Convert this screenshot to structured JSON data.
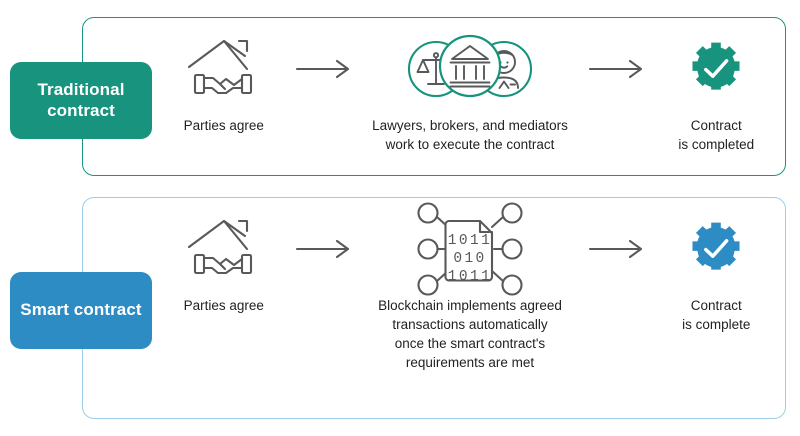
{
  "colors": {
    "teal": "#17937e",
    "teal_border": "#1a9482",
    "blue": "#2d8cc4",
    "blue_border": "#9dcde8",
    "icon_gray": "#58595b",
    "text": "#231f20",
    "white": "#ffffff"
  },
  "rows": [
    {
      "id": "traditional",
      "label": "Traditional\ncontract",
      "accent": "#17937e",
      "steps": [
        {
          "name": "parties-agree",
          "icon": "handshake-under-roof-icon",
          "caption": "Parties agree"
        },
        {
          "name": "intermediaries",
          "icon": "three-circles-justice-bank-person-icon",
          "sub_icons": [
            "scales-of-justice-icon",
            "bank-building-icon",
            "person-icon"
          ],
          "caption": "Lawyers, brokers, and mediators\nwork to execute the contract"
        },
        {
          "name": "contract-completed",
          "icon": "gear-check-icon",
          "caption": "Contract\nis completed"
        }
      ],
      "arrows": [
        "arrow-right-icon",
        "arrow-right-icon"
      ]
    },
    {
      "id": "smart",
      "label": "Smart\ncontract",
      "accent": "#2d8cc4",
      "steps": [
        {
          "name": "parties-agree",
          "icon": "handshake-under-roof-icon",
          "caption": "Parties agree"
        },
        {
          "name": "blockchain-execution",
          "icon": "blockchain-binary-document-icon",
          "binary_rows": [
            "1011",
            "010",
            "1011"
          ],
          "caption": "Blockchain implements agreed\ntransactions automatically\nonce the smart contract's\nrequirements are met"
        },
        {
          "name": "contract-complete",
          "icon": "gear-check-icon",
          "caption": "Contract\nis complete"
        }
      ],
      "arrows": [
        "arrow-right-icon",
        "arrow-right-icon"
      ]
    }
  ]
}
